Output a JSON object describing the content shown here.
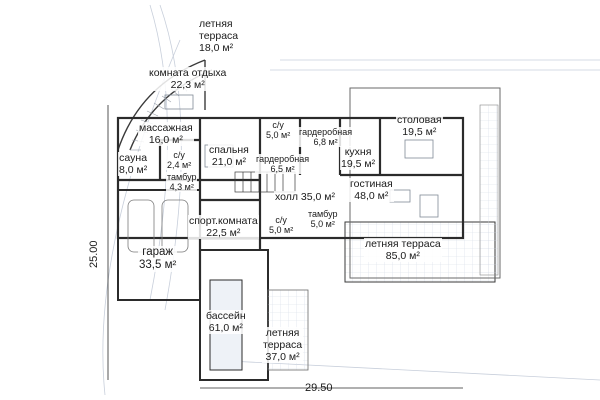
{
  "rooms": {
    "summer_terrace_top": {
      "name": "летняя\nтерраса",
      "area": "18,0 м²"
    },
    "rest_room": {
      "name": "комната отдыха",
      "area": "22,3 м²"
    },
    "massage": {
      "name": "массажная",
      "area": "16,0 м²"
    },
    "sauna": {
      "name": "сауна",
      "area": "8,0 м²"
    },
    "wc_1": {
      "name": "с/у",
      "area": "2,4 м²"
    },
    "vestibule_1": {
      "name": "тамбур",
      "area": "4,3 м²"
    },
    "wc_2": {
      "name": "с/у",
      "area": "5,0 м²"
    },
    "bedroom": {
      "name": "спальня",
      "area": "21,0 м²"
    },
    "wardrobe_1": {
      "name": "гардеробная",
      "area": "6,8 м²"
    },
    "wardrobe_2": {
      "name": "гардеробная",
      "area": "6,5 м²"
    },
    "kitchen": {
      "name": "кухня",
      "area": "19,5 м²"
    },
    "dining": {
      "name": "столовая",
      "area": "19,5 м²"
    },
    "hall": {
      "name": "холл",
      "area": "35,0 м²"
    },
    "living": {
      "name": "гостиная",
      "area": "48,0 м²"
    },
    "garage": {
      "name": "гараж",
      "area": "33,5 м²"
    },
    "gym": {
      "name": "спорт.комната",
      "area": "22,5 м²"
    },
    "wc_3": {
      "name": "с/у",
      "area": "5,0 м²"
    },
    "vestibule_2": {
      "name": "тамбур",
      "area": "5,0 м²"
    },
    "summer_terrace_right": {
      "name": "летняя терраса",
      "area": "85,0 м²"
    },
    "pool": {
      "name": "бассейн",
      "area": "61,0 м²"
    },
    "summer_terrace_bottom": {
      "name": "летняя\nтерраса",
      "area": "37,0 м²"
    }
  },
  "dimensions": {
    "width": "29.50",
    "height": "25.00"
  }
}
